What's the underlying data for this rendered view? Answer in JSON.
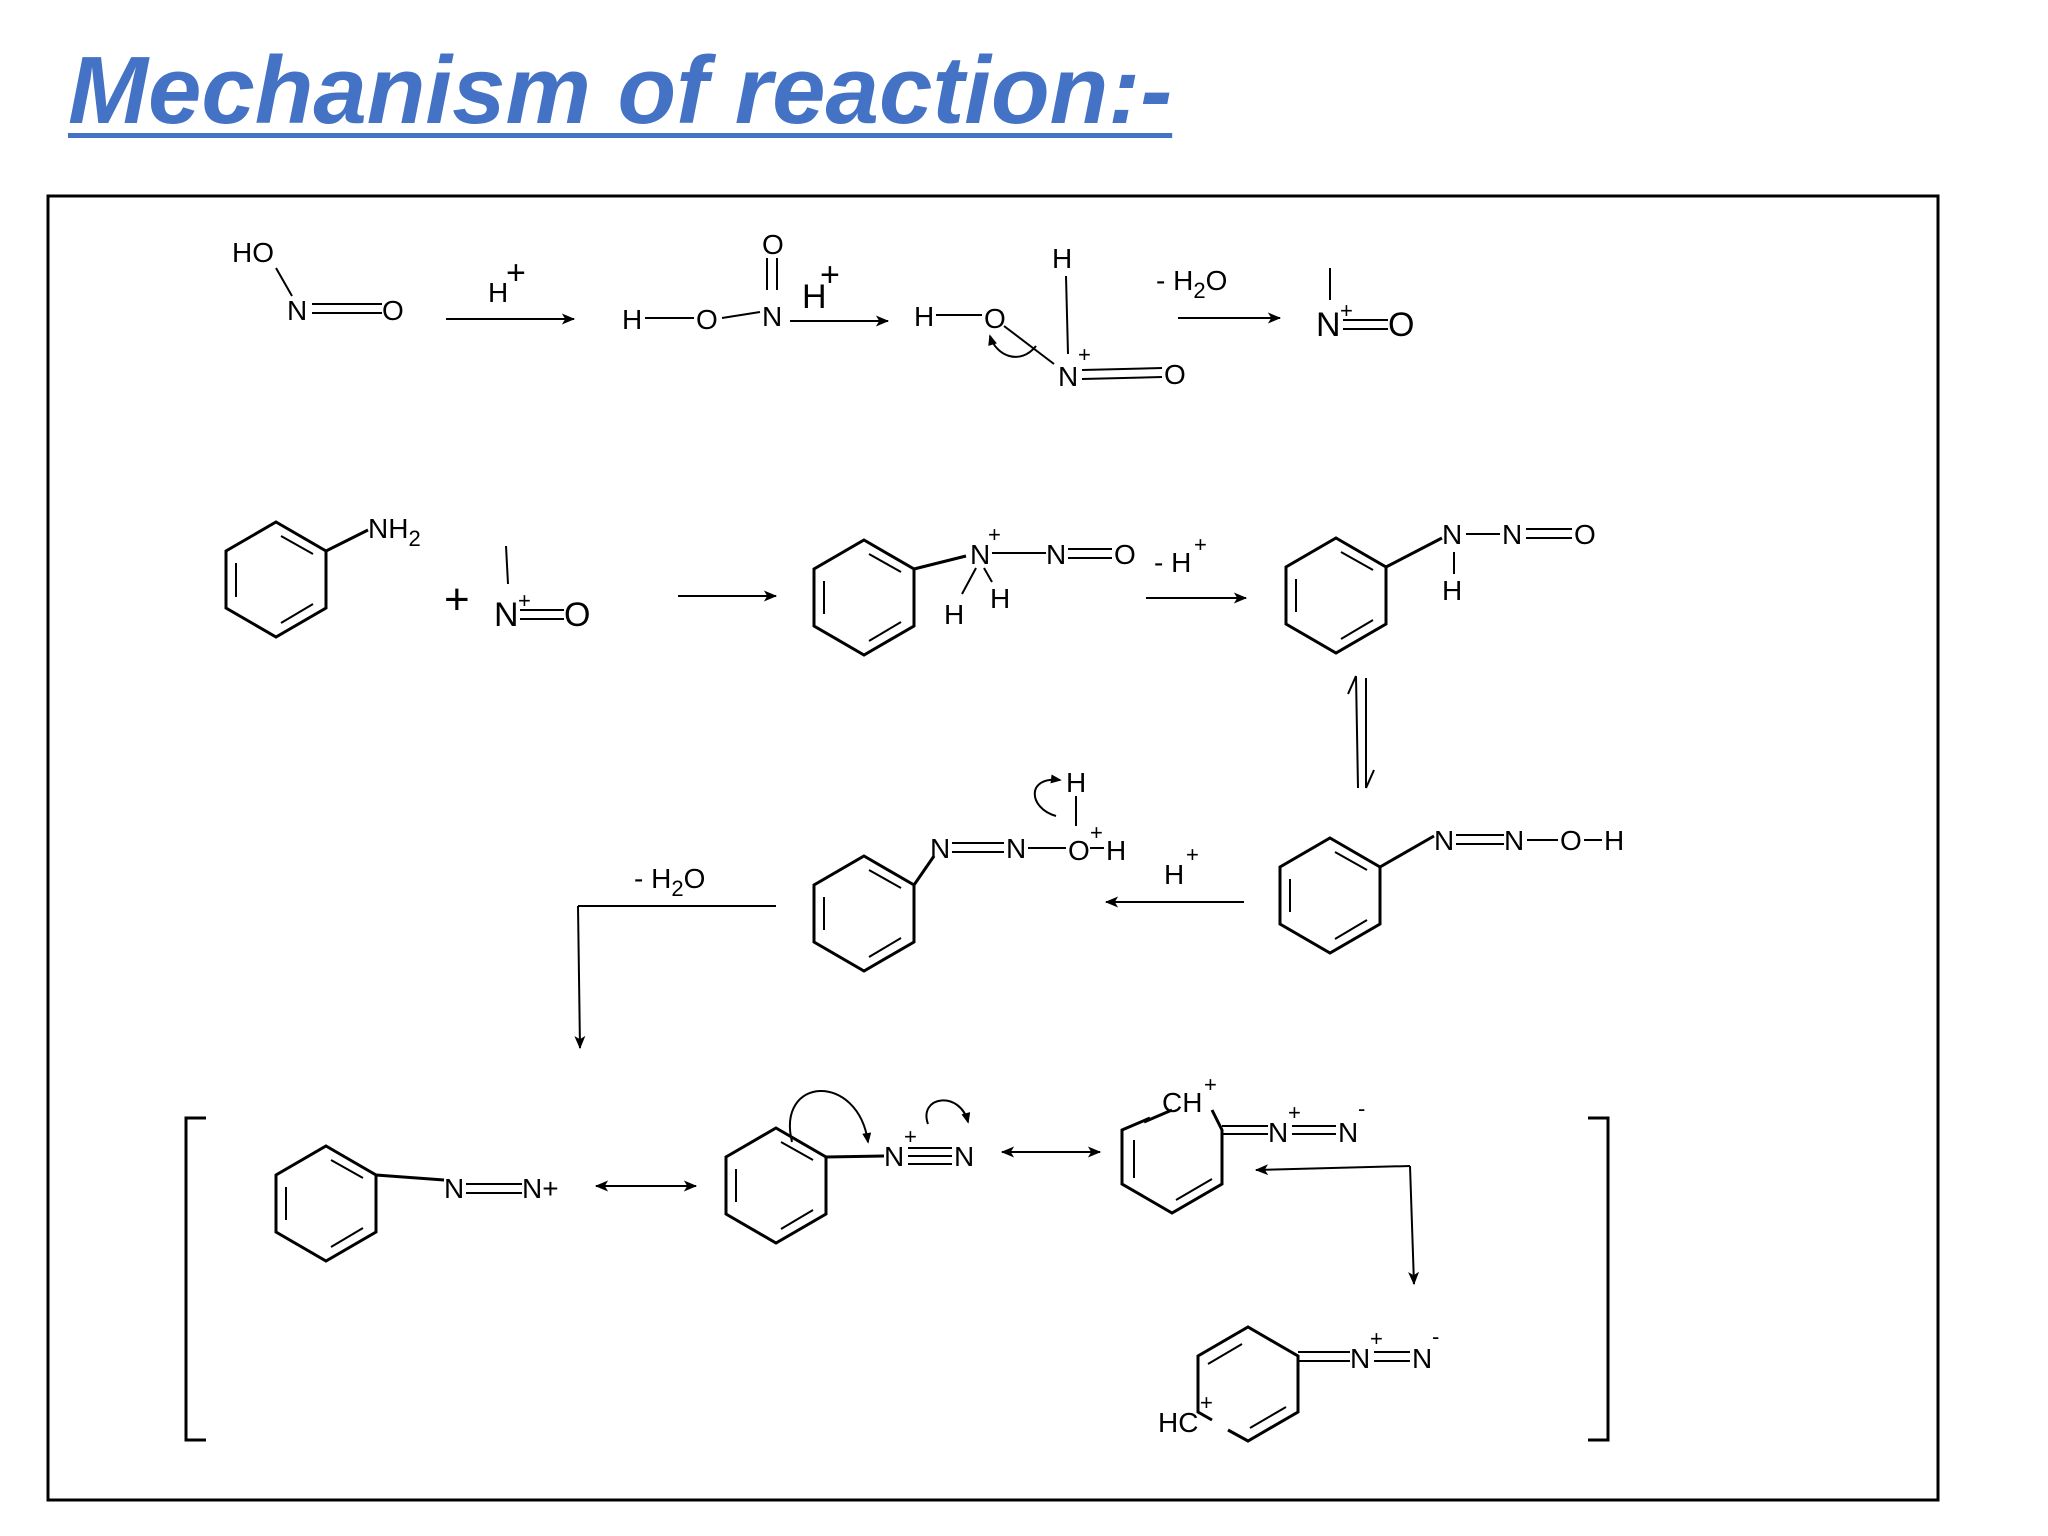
{
  "title": "Mechanism of reaction:-",
  "scheme": {
    "step1": {
      "ho": "HO",
      "n": "N",
      "o": "O",
      "arrow1_label": "H",
      "arrow1_plus": "+",
      "int1": {
        "h": "H",
        "o1": "O",
        "n": "N",
        "o2": "O",
        "h_label": "H",
        "plus": "+"
      },
      "int2": {
        "h": "H",
        "o": "O",
        "h_top": "H",
        "n": "N",
        "n_charge": "+",
        "o2": "O"
      },
      "arrow3_label": "- H",
      "arrow3_sub": "2",
      "arrow3_tail": "O",
      "product": {
        "n": "N",
        "charge": "+",
        "o": "O"
      }
    },
    "step2": {
      "amine": "NH",
      "amine_sub": "2",
      "plus": "+",
      "reagent": {
        "n": "N",
        "charge": "+",
        "o": "O"
      },
      "int3": {
        "n": "N",
        "charge": "+",
        "n2": "N",
        "o": "O",
        "h1": "H",
        "h2": "H"
      },
      "arrow_label": "- H",
      "arrow_charge": "+",
      "int4": {
        "n": "N",
        "n2": "N",
        "o": "O",
        "h": "H"
      }
    },
    "step3": {
      "int5": {
        "n1": "N",
        "n2": "N",
        "o": "O",
        "h": "H"
      },
      "arrow_label": "H",
      "arrow_charge": "+",
      "int6": {
        "n1": "N",
        "n2": "N",
        "o": "O",
        "charge": "+",
        "h1": "H",
        "h2": "H"
      },
      "water_label": "- H",
      "water_sub": "2",
      "water_tail": "O"
    },
    "resonance": {
      "r1": {
        "n1": "N",
        "n2": "N+"
      },
      "r2": {
        "n1": "N",
        "charge": "+",
        "n2": "N"
      },
      "r3": {
        "ch": "CH",
        "ch_charge": "+",
        "n1": "N",
        "n1_charge": "+",
        "n2": "N",
        "n2_charge": "-"
      },
      "r4": {
        "hc": "HC",
        "hc_charge": "+",
        "n1": "N",
        "n1_charge": "+",
        "n2": "N",
        "n2_charge": "-"
      }
    }
  }
}
